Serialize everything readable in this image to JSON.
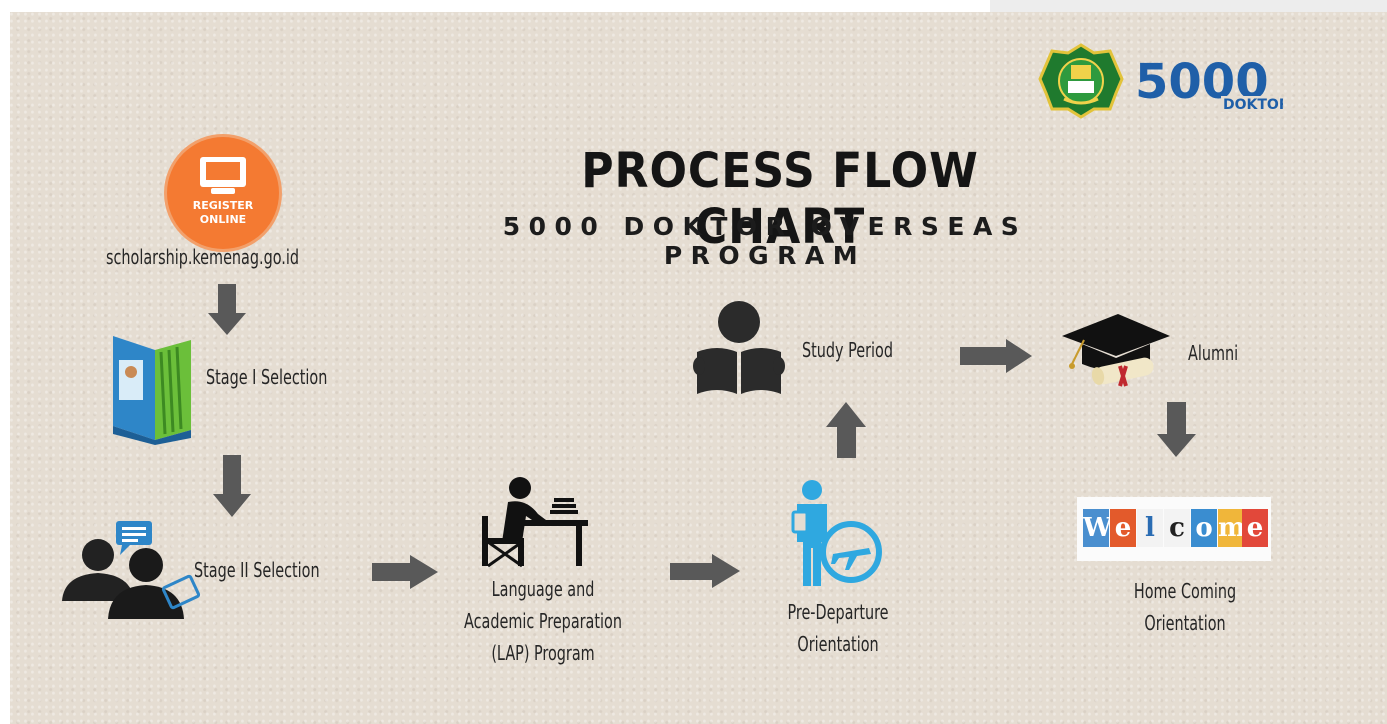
{
  "header": {
    "title": "PROCESS FLOW CHART",
    "subtitle": "5000 DOKTOR OVERSEAS PROGRAM"
  },
  "logos": {
    "program_logo_text": "DOKTOR",
    "program_logo_number": "5000"
  },
  "register_badge": {
    "line1": "REGISTER",
    "line2": "ONLINE"
  },
  "steps": {
    "website": "scholarship.kemenag.go.id",
    "stage1": "Stage I Selection",
    "stage2": "Stage II Selection",
    "lap_line1": "Language and",
    "lap_line2": "Academic Preparation",
    "lap_line3": "(LAP) Program",
    "predeparture_line1": "Pre-Departure",
    "predeparture_line2": "Orientation",
    "study": "Study Period",
    "alumni": "Alumni",
    "homecoming_line1": "Home Coming",
    "homecoming_line2": "Orientation"
  },
  "welcome_sign": {
    "letters": [
      "W",
      "e",
      "l",
      "c",
      "o",
      "m",
      "e"
    ]
  },
  "colors": {
    "background": "#e5ddd2",
    "arrow": "#595959",
    "register_orange": "#f47a32",
    "traveler_blue": "#2fa8e0",
    "seal_green": "#1f7a2e",
    "logo_blue": "#1f5fa8"
  }
}
